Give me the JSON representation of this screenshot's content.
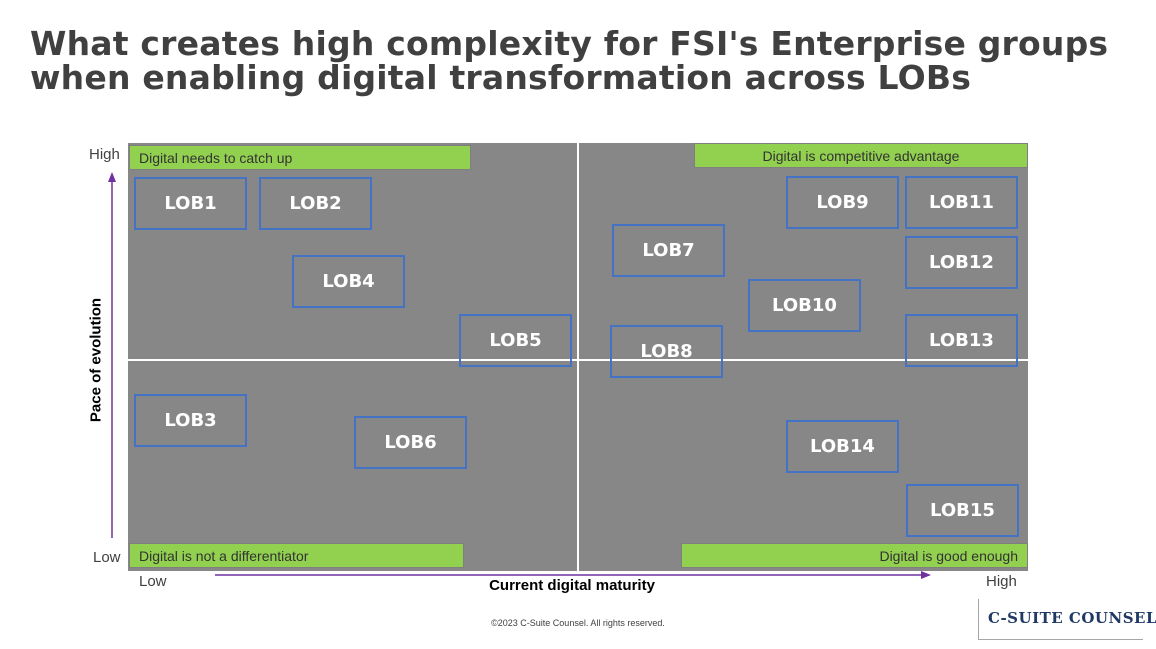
{
  "title": {
    "line1": "What creates high complexity for FSI's Enterprise groups",
    "line2": "when enabling digital transformation across LOBs"
  },
  "quadrants": {
    "top_left": "Digital needs to catch up",
    "top_right": "Digital is competitive advantage",
    "bottom_left": "Digital is not a differentiator",
    "bottom_right": "Digital is good enough"
  },
  "axes": {
    "y_title": "Pace of evolution",
    "y_high": "High",
    "y_low": "Low",
    "x_title": "Current digital maturity",
    "x_low": "Low",
    "x_high": "High"
  },
  "lobs": [
    "LOB1",
    "LOB2",
    "LOB3",
    "LOB4",
    "LOB5",
    "LOB6",
    "LOB7",
    "LOB8",
    "LOB9",
    "LOB10",
    "LOB11",
    "LOB12",
    "LOB13",
    "LOB14",
    "LOB15"
  ],
  "colors": {
    "matrix_bg": "#878787",
    "quadrant_label_bg": "#92d050",
    "lob_border": "#4472c4",
    "axis_arrow": "#7030a0",
    "title": "#404040"
  },
  "footer": {
    "copyright": "©2023 C-Suite Counsel.  All rights reserved.",
    "logo": "C-SUITE COUNSEL"
  }
}
